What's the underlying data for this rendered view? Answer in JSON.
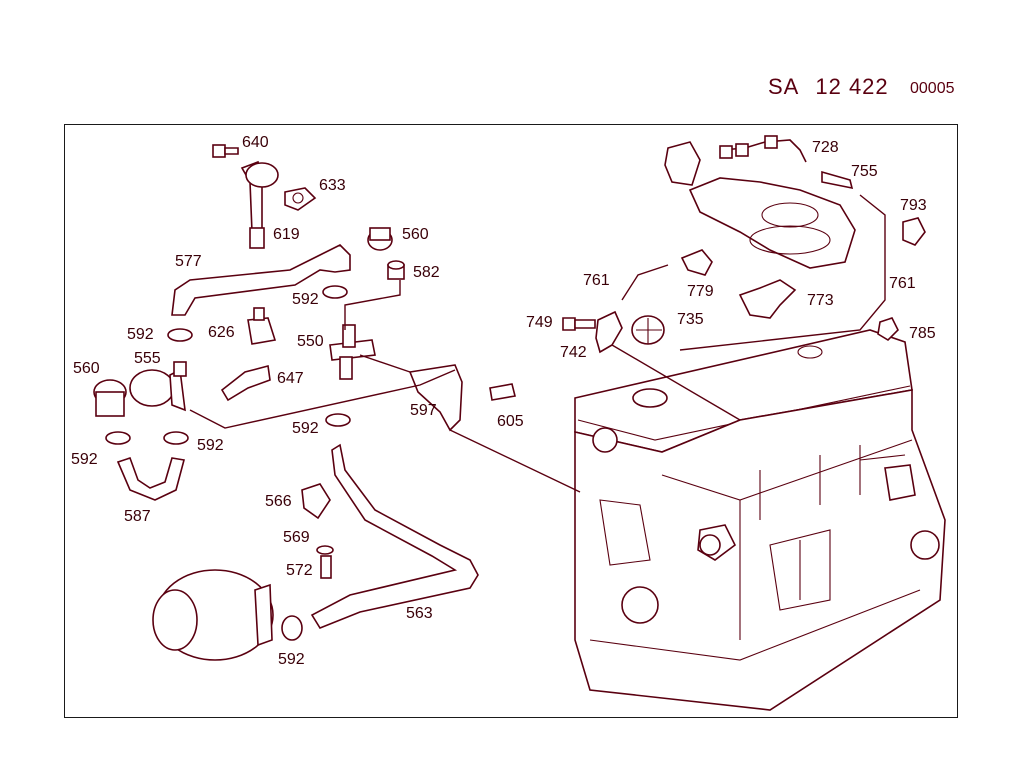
{
  "header": {
    "prefix": "SA",
    "number": "12 422",
    "sheet": "00005"
  },
  "labels": {
    "l640": "640",
    "l633": "633",
    "l619": "619",
    "l560a": "560",
    "l582": "582",
    "l577": "577",
    "l592a": "592",
    "l592b": "592",
    "l626": "626",
    "l550": "550",
    "l555": "555",
    "l560b": "560",
    "l647": "647",
    "l597": "597",
    "l605": "605",
    "l592c": "592",
    "l592d": "592",
    "l592e": "592",
    "l587": "587",
    "l566": "566",
    "l569": "569",
    "l572": "572",
    "l563": "563",
    "l592f": "592",
    "l728": "728",
    "l755": "755",
    "l793": "793",
    "l761a": "761",
    "l779": "779",
    "l773": "773",
    "l761b": "761",
    "l749": "749",
    "l735": "735",
    "l742": "742",
    "l785": "785"
  },
  "colors": {
    "ink": "#5a0010",
    "frame": "#1a1a1a",
    "paper": "#ffffff"
  }
}
